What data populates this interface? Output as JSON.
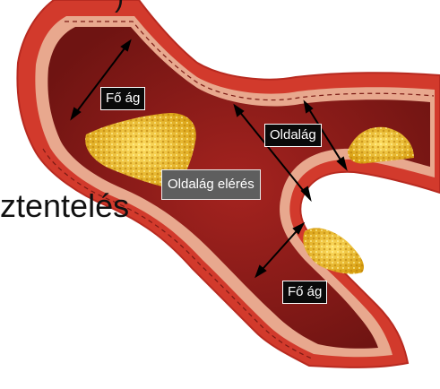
{
  "slide": {
    "partial_heading": "ztentelés",
    "top_glyph": ")"
  },
  "labels": {
    "fo_ag_top": "Fő ág",
    "oldalag": "Oldalág",
    "oldalag_eleres": "Oldalág elérés",
    "fo_ag_bottom": "Fő ág"
  },
  "colors": {
    "wall_outer": "#d23a2c",
    "wall_inner": "#e8a88e",
    "lumen": "#8e1b18",
    "plaque": "#f2c21a",
    "label_dark": "#0a0a0a",
    "label_grey": "#5e5e5e"
  }
}
